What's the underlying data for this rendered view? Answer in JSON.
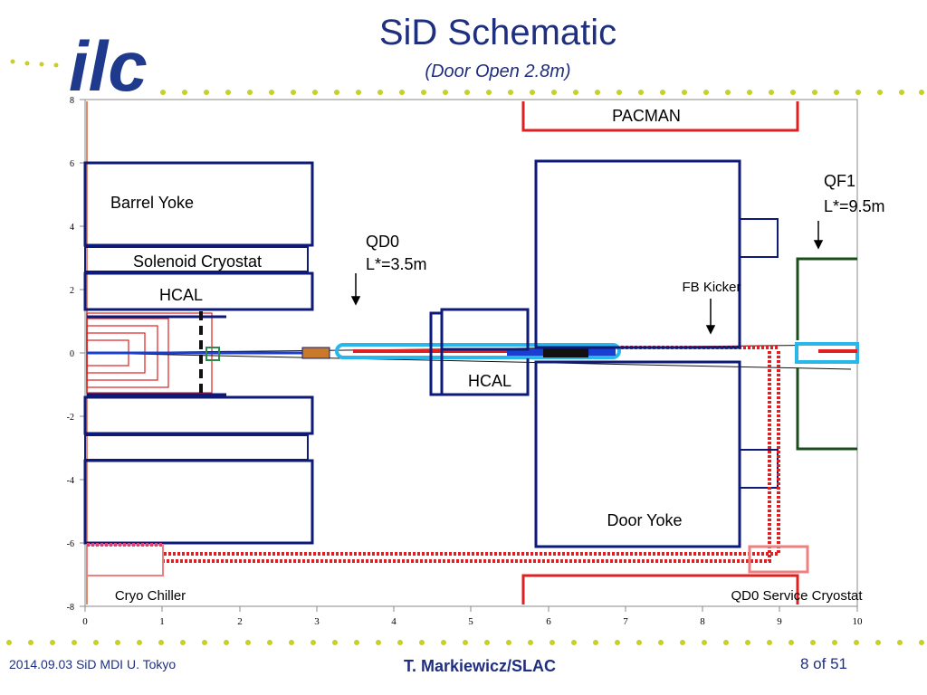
{
  "slide": {
    "title": "SiD Schematic",
    "subtitle": "(Door Open 2.8m)",
    "logo_text": "ilc",
    "footer_left": "2014.09.03 SiD MDI U. Tokyo",
    "footer_center": "T. Markiewicz/SLAC",
    "footer_right": "8 of 51"
  },
  "axes": {
    "x_ticks": [
      "0",
      "1",
      "2",
      "3",
      "4",
      "5",
      "6",
      "7",
      "8",
      "9",
      "10"
    ],
    "y_ticks": [
      "8",
      "6",
      "4",
      "2",
      "0",
      "-2",
      "-4",
      "-6",
      "-8"
    ],
    "x_range": [
      0,
      10
    ],
    "y_range": [
      -8,
      8
    ]
  },
  "labels": {
    "pacman": "PACMAN",
    "barrel_yoke": "Barrel Yoke",
    "solenoid_cryostat": "Solenoid Cryostat",
    "hcal_barrel": "HCAL",
    "hcal_endcap": "HCAL",
    "qd0": "QD0",
    "qd0_lstar": "L*=3.5m",
    "qf1": "QF1",
    "qf1_lstar": "L*=9.5m",
    "fb_kicker": "FB Kicker",
    "door_yoke": "Door Yoke",
    "cryo_chiller": "Cryo Chiller",
    "qd0_service_cryostat": "QD0 Service Cryostat"
  },
  "colors": {
    "title": "#1f2f7f",
    "yoke": "#0d1a7a",
    "cryostat_red": "#e02020",
    "qf1_green": "#1b4d1b",
    "beampipe_cyan": "#29b6e8",
    "dots_yellow": "#c7cf2a",
    "logo_blue": "#1f3a8c"
  }
}
